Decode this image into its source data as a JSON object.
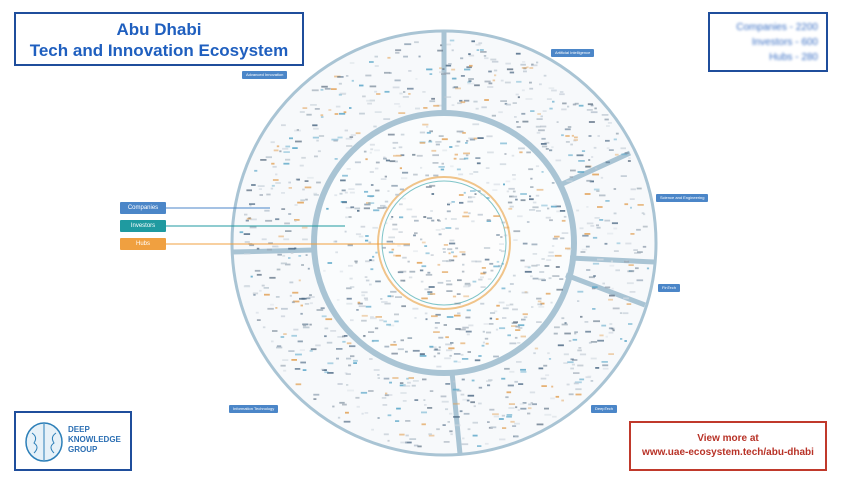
{
  "title": {
    "line1": "Abu Dhabi",
    "line2": "Tech and Innovation Ecosystem"
  },
  "stats": [
    {
      "label": "Companies",
      "value": "2200"
    },
    {
      "label": "Investors",
      "value": "600"
    },
    {
      "label": "Hubs",
      "value": "280"
    }
  ],
  "legend": {
    "companies": "Companies",
    "investors": "Investors",
    "hubs": "Hubs"
  },
  "sectors": [
    "Advanced Innovation",
    "Artificial Intelligence",
    "Science and Engineering",
    "FinTech",
    "DeepTech",
    "Information Technology"
  ],
  "logo": {
    "line1": "DEEP",
    "line2": "KNOWLEDGE",
    "line3": "GROUP"
  },
  "cta": {
    "line1": "View more at",
    "line2": "www.uae-ecosystem.tech/abu-dhabi"
  },
  "colors": {
    "ring": "#a9c4d4",
    "blue": "#1f4e9c",
    "teal": "#1f9aa0",
    "orange": "#f0a040",
    "red": "#c0392b"
  }
}
